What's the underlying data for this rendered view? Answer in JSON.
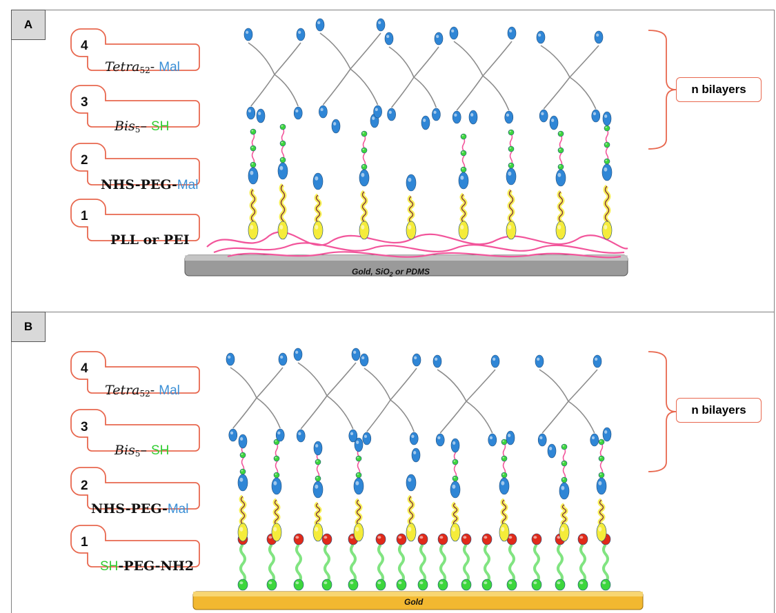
{
  "panels": [
    {
      "letter": "A",
      "layers": [
        {
          "num": "4",
          "main": "Tetra",
          "sub": "52",
          "sep": "- ",
          "accent": "Mal",
          "accent_color": "blue"
        },
        {
          "num": "3",
          "main": "Bis",
          "sub": "5",
          "sep": "– ",
          "accent": "SH",
          "accent_color": "green"
        },
        {
          "num": "2",
          "pre": "NHS-PEG-",
          "accent": "Mal",
          "accent_color": "blue"
        },
        {
          "num": "1",
          "pre": "PLL or PEI"
        }
      ],
      "bracket_label": "n bilayers",
      "substrate": "Gold, SiO",
      "substrate_sub": "2",
      "substrate_post": " or PDMS"
    },
    {
      "letter": "B",
      "layers": [
        {
          "num": "4",
          "main": "Tetra",
          "sub": "52",
          "sep": "- ",
          "accent": "Mal",
          "accent_color": "blue"
        },
        {
          "num": "3",
          "main": "Bis",
          "sub": "5",
          "sep": "– ",
          "accent": "SH",
          "accent_color": "green"
        },
        {
          "num": "2",
          "pre": "NHS-PEG-",
          "accent": "Mal",
          "accent_color": "blue"
        },
        {
          "num": "1",
          "accent_first": "SH",
          "post": "-PEG-NH2"
        }
      ],
      "bracket_label": "n bilayers",
      "substrate": "Gold"
    }
  ],
  "colors": {
    "outline": "#e8674e",
    "maleimide": "#2f86d6",
    "thiol": "#3dd63d",
    "nhs": "#f5ec3a",
    "polymer": "#f2559b",
    "red_group": "#e02a1a",
    "gold": "#f2b830",
    "grey_substrate": "#9a9a9a",
    "star_arm": "#8c8c8c"
  }
}
